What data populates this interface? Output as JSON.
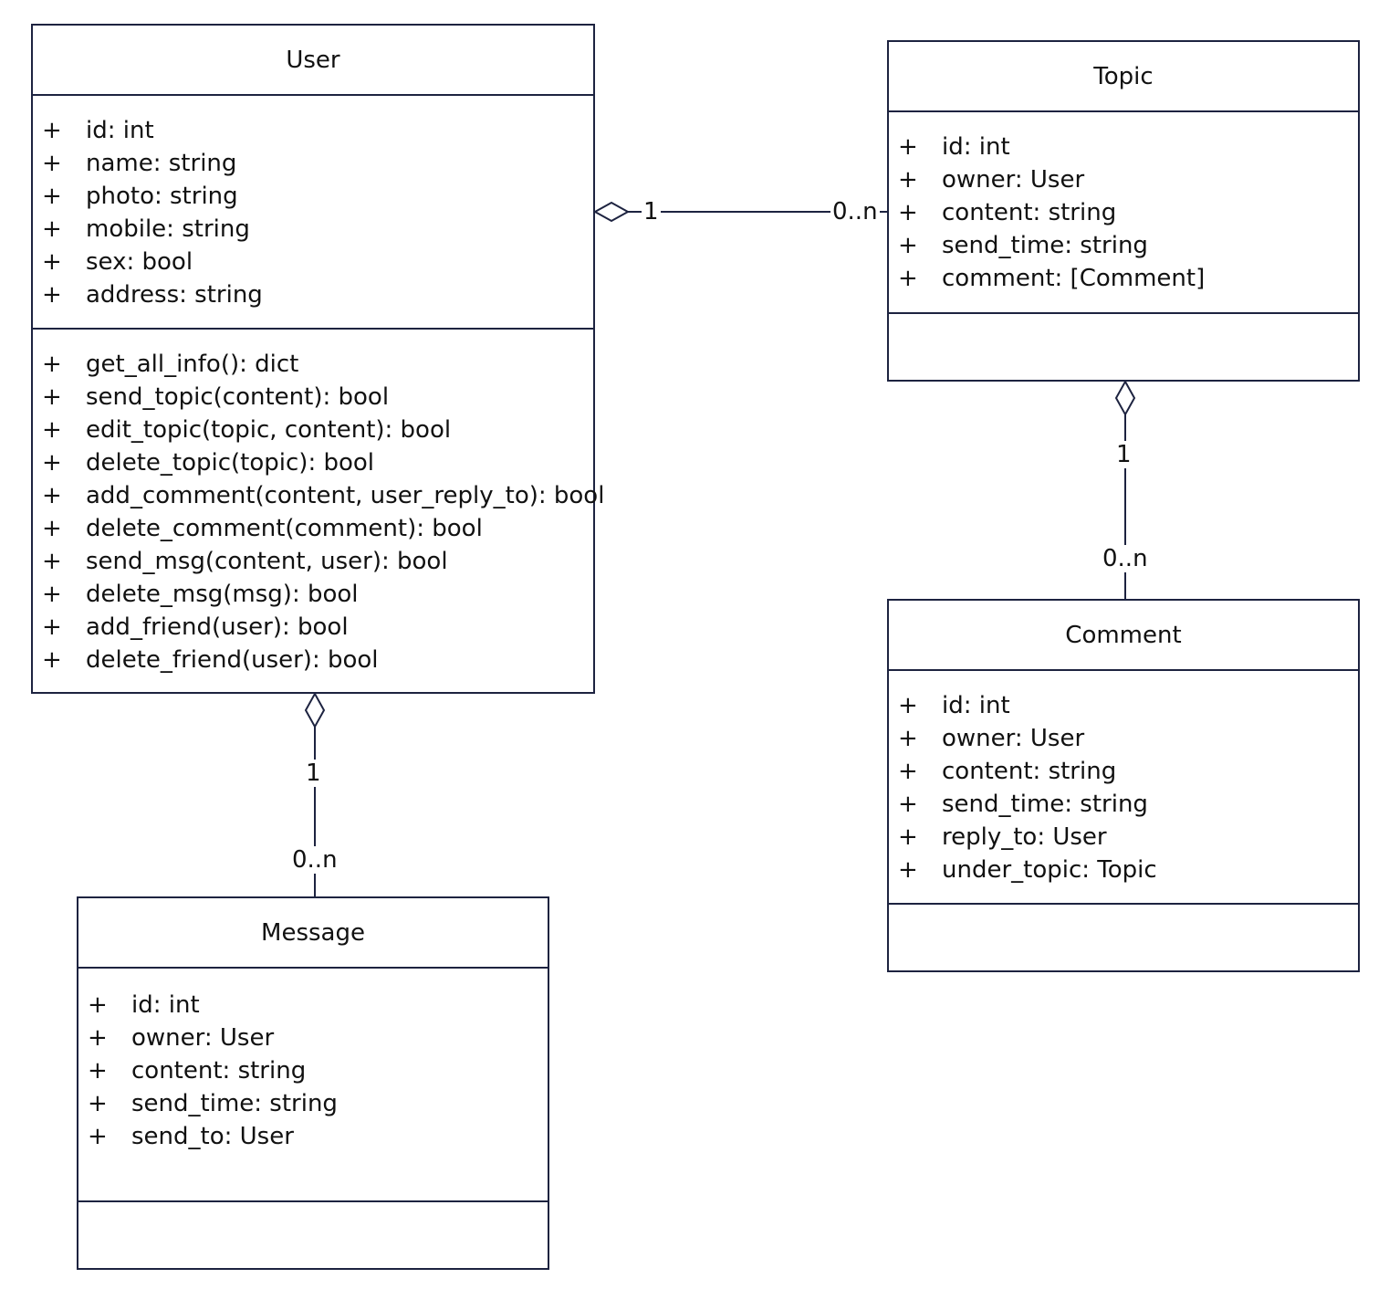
{
  "colors": {
    "line": "#1d2340",
    "text": "#111111",
    "background": "#ffffff"
  },
  "classes": {
    "user": {
      "name": "User",
      "attributes": [
        {
          "vis": "+",
          "text": "id: int"
        },
        {
          "vis": "+",
          "text": "name: string"
        },
        {
          "vis": "+",
          "text": "photo: string"
        },
        {
          "vis": "+",
          "text": "mobile: string"
        },
        {
          "vis": "+",
          "text": "sex: bool"
        },
        {
          "vis": "+",
          "text": "address: string"
        }
      ],
      "methods": [
        {
          "vis": "+",
          "text": "get_all_info(): dict"
        },
        {
          "vis": "+",
          "text": "send_topic(content): bool"
        },
        {
          "vis": "+",
          "text": "edit_topic(topic, content): bool"
        },
        {
          "vis": "+",
          "text": "delete_topic(topic): bool"
        },
        {
          "vis": "+",
          "text": "add_comment(content, user_reply_to): bool"
        },
        {
          "vis": "+",
          "text": "delete_comment(comment): bool"
        },
        {
          "vis": "+",
          "text": "send_msg(content, user): bool"
        },
        {
          "vis": "+",
          "text": "delete_msg(msg): bool"
        },
        {
          "vis": "+",
          "text": "add_friend(user): bool"
        },
        {
          "vis": "+",
          "text": "delete_friend(user): bool"
        }
      ]
    },
    "topic": {
      "name": "Topic",
      "attributes": [
        {
          "vis": "+",
          "text": "id: int"
        },
        {
          "vis": "+",
          "text": "owner: User"
        },
        {
          "vis": "+",
          "text": "content: string"
        },
        {
          "vis": "+",
          "text": "send_time: string"
        },
        {
          "vis": "+",
          "text": "comment: [Comment]"
        }
      ],
      "methods": []
    },
    "comment": {
      "name": "Comment",
      "attributes": [
        {
          "vis": "+",
          "text": "id: int"
        },
        {
          "vis": "+",
          "text": "owner: User"
        },
        {
          "vis": "+",
          "text": "content: string"
        },
        {
          "vis": "+",
          "text": "send_time: string"
        },
        {
          "vis": "+",
          "text": "reply_to: User"
        },
        {
          "vis": "+",
          "text": "under_topic: Topic"
        }
      ],
      "methods": []
    },
    "message": {
      "name": "Message",
      "attributes": [
        {
          "vis": "+",
          "text": "id: int"
        },
        {
          "vis": "+",
          "text": "owner: User"
        },
        {
          "vis": "+",
          "text": "content: string"
        },
        {
          "vis": "+",
          "text": "send_time: string"
        },
        {
          "vis": "+",
          "text": "send_to: User"
        }
      ],
      "methods": []
    }
  },
  "relations": {
    "user_topic": {
      "whole": "User",
      "part": "Topic",
      "kind": "aggregation",
      "whole_mult": "1",
      "part_mult": "0..n"
    },
    "topic_comment": {
      "whole": "Topic",
      "part": "Comment",
      "kind": "aggregation",
      "whole_mult": "1",
      "part_mult": "0..n"
    },
    "user_message": {
      "whole": "User",
      "part": "Message",
      "kind": "aggregation",
      "whole_mult": "1",
      "part_mult": "0..n"
    }
  }
}
